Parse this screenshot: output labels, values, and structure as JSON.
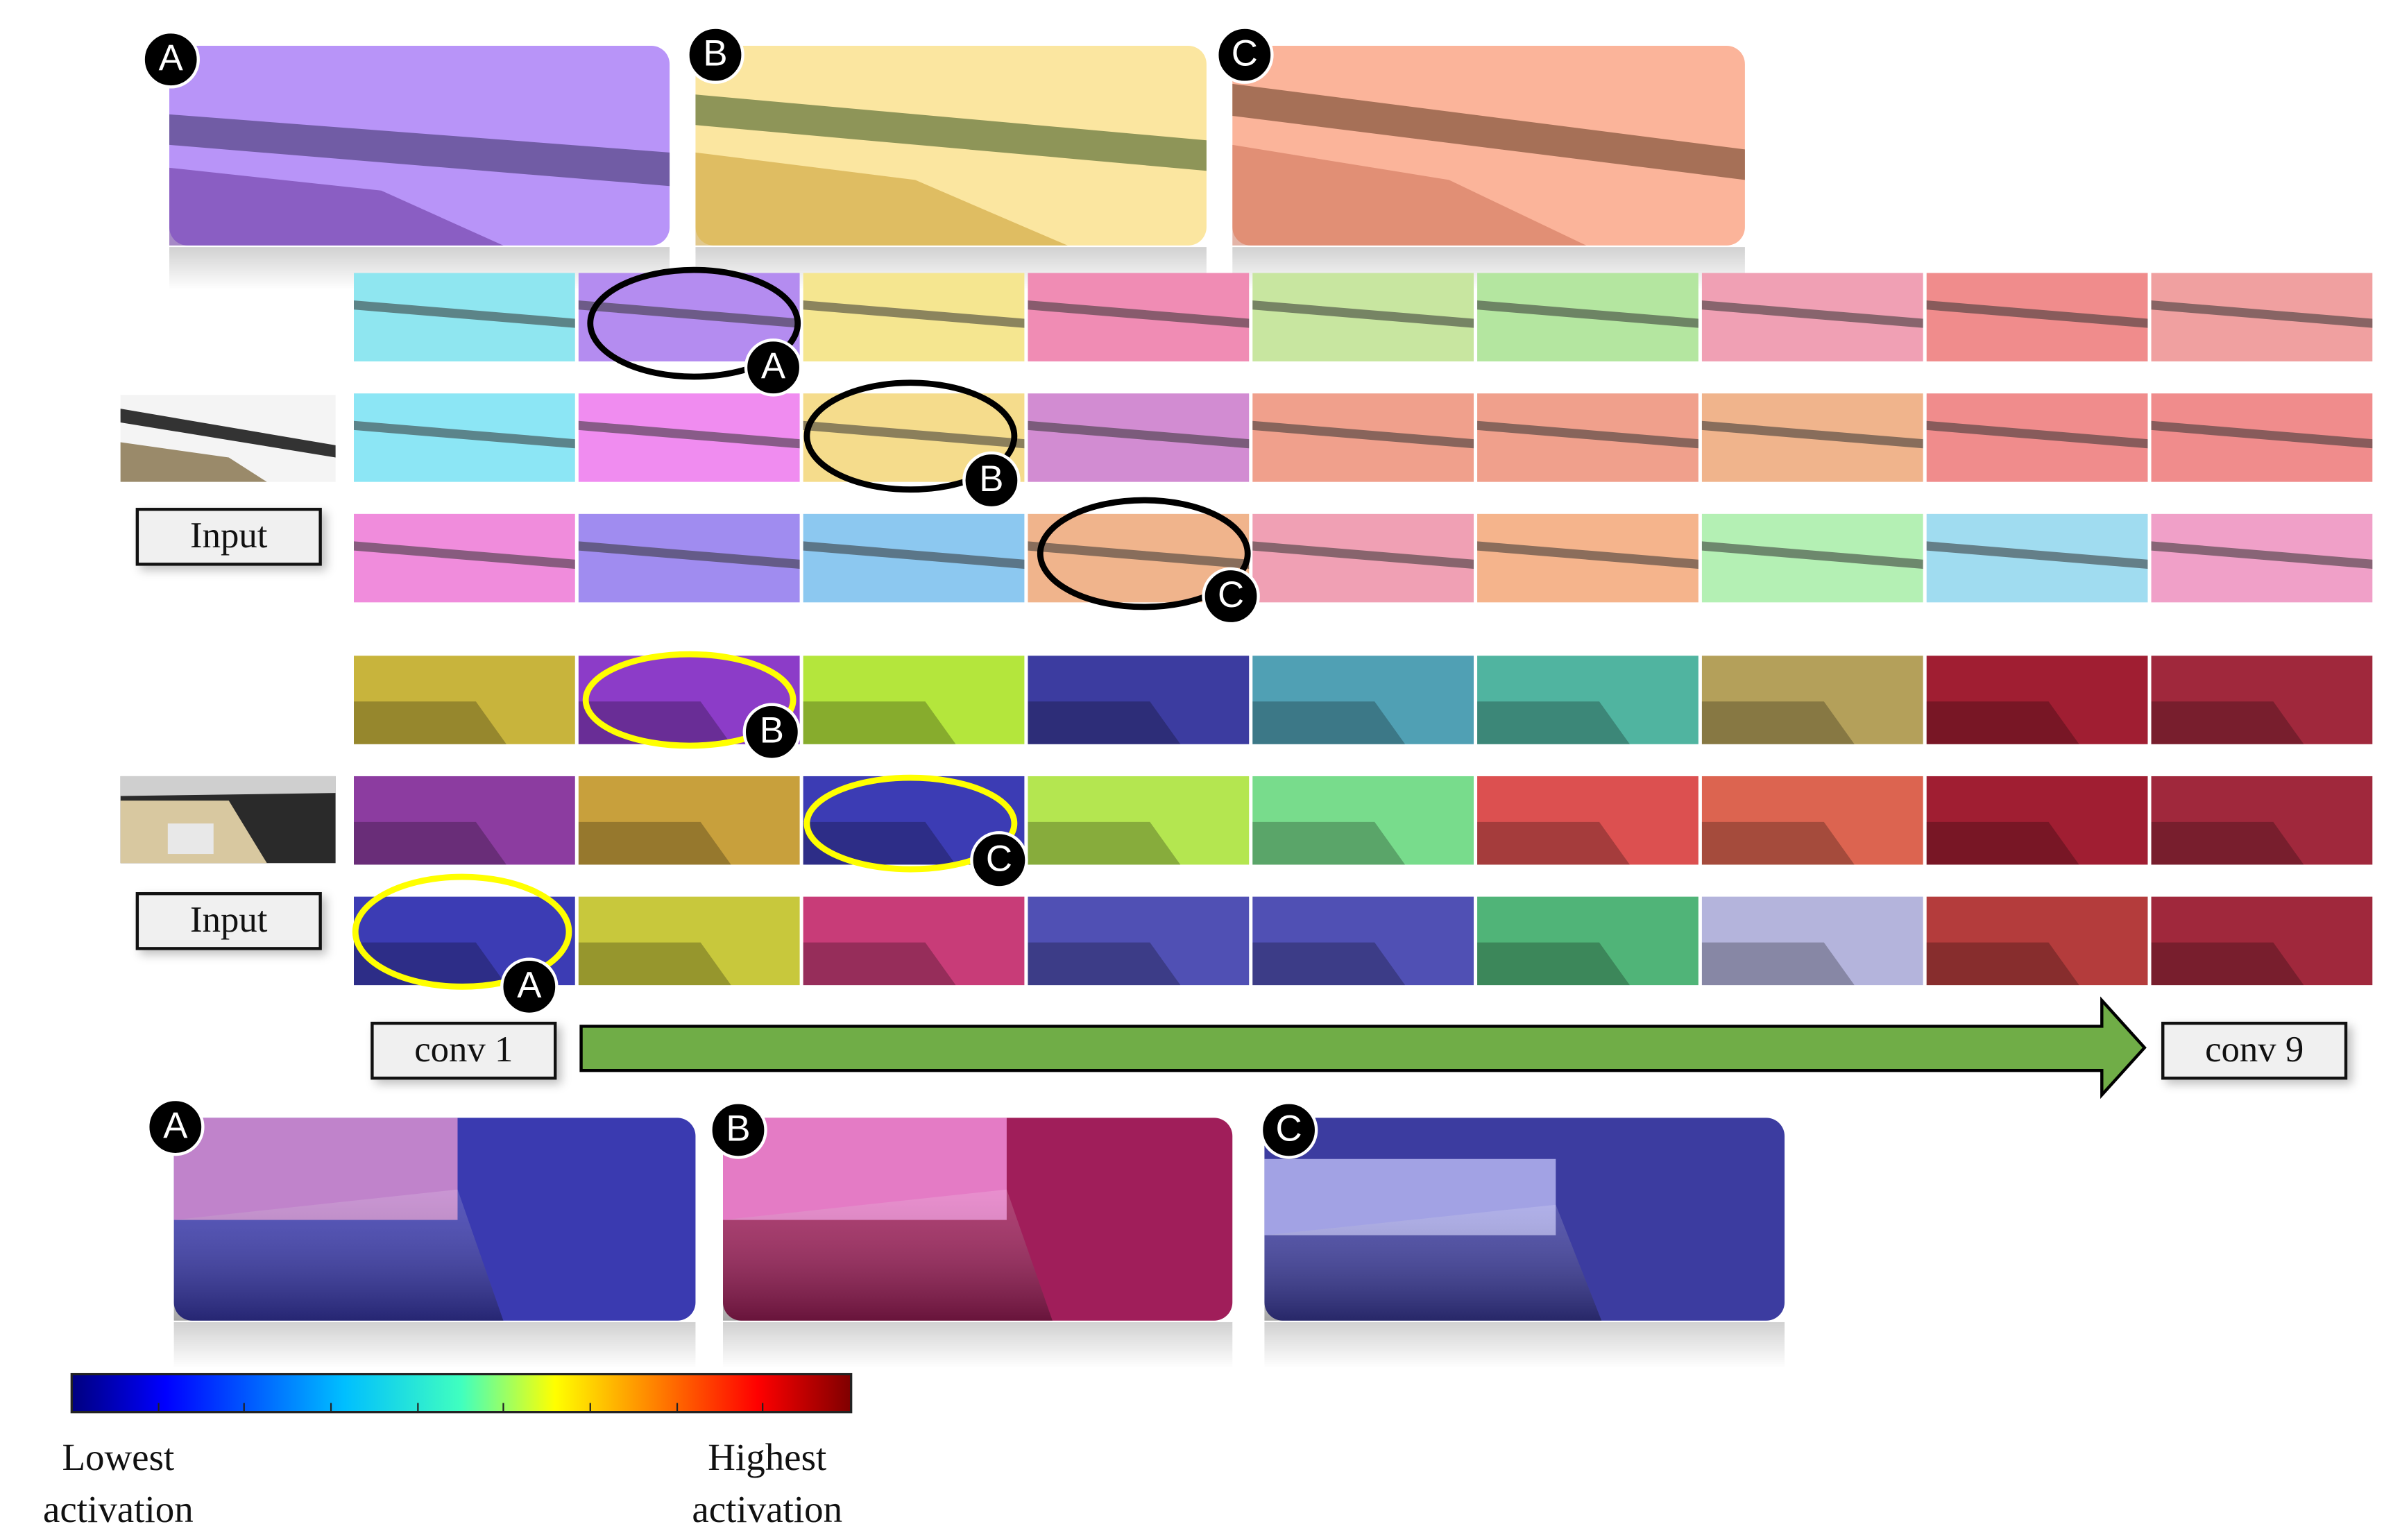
{
  "labels": {
    "input_top": "Input",
    "input_bottom": "Input",
    "conv_start": "conv 1",
    "conv_end": "conv 9"
  },
  "markers": {
    "a": "A",
    "b": "B",
    "c": "C"
  },
  "colorbar": {
    "low_label_line1": "Lowest",
    "low_label_line2": "activation",
    "high_label_line1": "Highest",
    "high_label_line2": "activation",
    "gradient_colors": [
      "#00007f",
      "#0000ff",
      "#00bfff",
      "#40ffbf",
      "#ffff00",
      "#ff8000",
      "#ff0000",
      "#7f0000"
    ]
  },
  "colors": {
    "arrow_fill": "#70ad47",
    "arrow_stroke": "#000000",
    "highlight_black": "#000000",
    "highlight_yellow": "#ffff00"
  },
  "grid": {
    "columns": 9,
    "top_rows": [
      [
        "#8fe6f0",
        "#b48cf0",
        "#f5e690",
        "#f08cb4",
        "#c8e6a0",
        "#b4e6a0",
        "#f0a0b4",
        "#f08c8c",
        "#f0a0a0"
      ],
      [
        "#8ce6f5",
        "#f08cf0",
        "#f5dc8c",
        "#d28cd2",
        "#f0a08c",
        "#f0a08c",
        "#f0b48c",
        "#f08c8c",
        "#f08c8c"
      ],
      [
        "#f08cdc",
        "#a08cf0",
        "#8cc8f0",
        "#f0b48c",
        "#f0a0b4",
        "#f5b48c",
        "#b4f0b4",
        "#a0dcf0",
        "#f0a0c8"
      ]
    ],
    "bottom_rows": [
      [
        "#c8b43c",
        "#8c3cc8",
        "#b4e63c",
        "#3c3ca0",
        "#50a0b4",
        "#50b4a0",
        "#b4a05a",
        "#a01e32",
        "#a0283c"
      ],
      [
        "#8c3ca0",
        "#c8a03c",
        "#3c3cb4",
        "#b4e650",
        "#78dc8c",
        "#dc5050",
        "#dc6450",
        "#a01e32",
        "#a0283c"
      ],
      [
        "#3c3cb4",
        "#c8c83c",
        "#c83c78",
        "#5050b4",
        "#5050b4",
        "#50b478",
        "#b4b4dc",
        "#b43c3c",
        "#a0283c"
      ]
    ]
  }
}
